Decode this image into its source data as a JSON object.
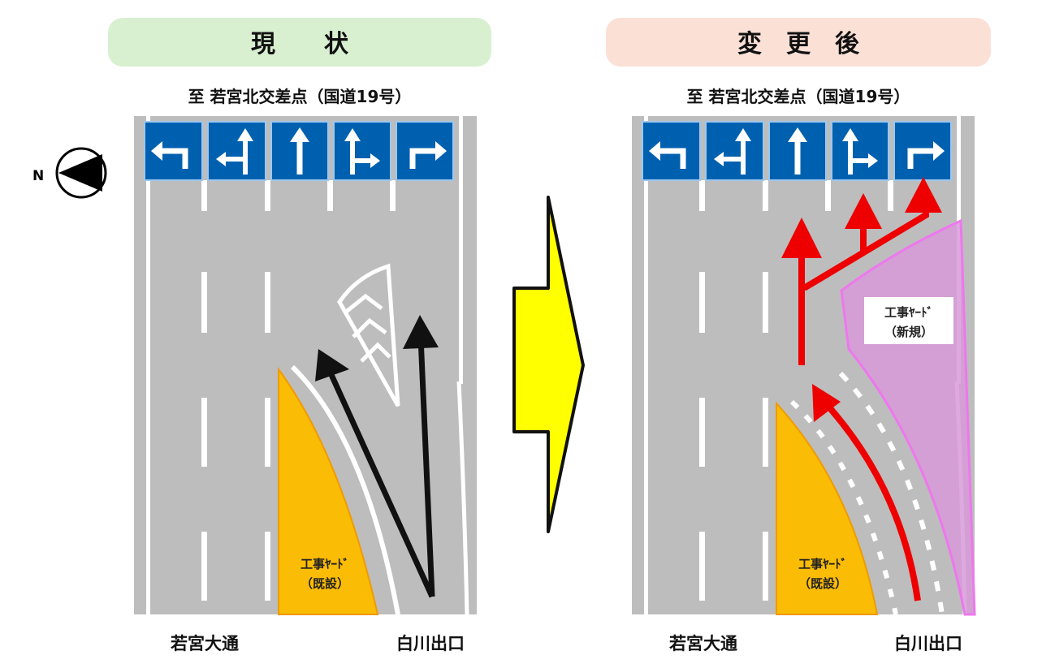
{
  "compass": {
    "label": "N"
  },
  "before": {
    "title": "現　　状",
    "destination": "至 若宮北交差点（国道19号）",
    "bottom_left": "若宮大通",
    "bottom_right": "白川出口",
    "yard_label_1": "工事ﾔｰﾄﾞ",
    "yard_label_2": "（既設）",
    "header_color": "#d8f0d0"
  },
  "after": {
    "title": "変　更　後",
    "destination": "至 若宮北交差点（国道19号）",
    "bottom_left": "若宮大通",
    "bottom_right": "白川出口",
    "yard_existing_1": "工事ﾔｰﾄﾞ",
    "yard_existing_2": "（既設）",
    "yard_new_1": "工事ﾔｰﾄﾞ",
    "yard_new_2": "（新規）",
    "header_color": "#fbe0d6"
  },
  "lane_signs": [
    "left-turn-arrow-icon",
    "left-straight-arrow-icon",
    "straight-arrow-icon",
    "straight-right-arrow-icon",
    "right-turn-arrow-icon"
  ],
  "colors": {
    "road": "#bdbdbd",
    "sign": "#0060b0",
    "yard_existing": "#fbbc05",
    "yard_new": "#d89ad8",
    "route": "#ee0000",
    "transition_arrow": "#ffff00"
  }
}
